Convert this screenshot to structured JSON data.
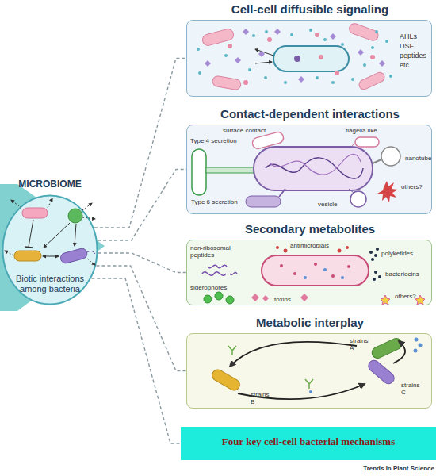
{
  "diagram": {
    "nodes": [
      {
        "text": [
          "MICROBIOME",
          "Biotic interactions among bacteria"
        ]
      },
      {
        "text": [
          "Cell-cell diffusible signaling",
          "AHLs DSF peptides etc"
        ]
      },
      {
        "text": [
          "Contact-dependent interactions",
          "surface contact",
          "flagella like",
          "Type 4 secretion",
          "nanotube",
          "Type 6 secretion",
          "vesicle",
          "others?"
        ]
      },
      {
        "text": [
          "Secondary metabolites",
          "antimicrobials",
          "non-ribosomal peptides",
          "polyketides",
          "bacteriocins",
          "siderophores",
          "toxins",
          "others?"
        ]
      },
      {
        "text": [
          "Metabolic interplay",
          "strains A",
          "strains B",
          "strains C"
        ]
      },
      {
        "text": [
          "Four key cell-cell bacterial mechanisms"
        ]
      }
    ],
    "edges": [
      {
        "from": 0,
        "to": 1,
        "arrow": "none"
      },
      {
        "from": 0,
        "to": 2,
        "arrow": "none"
      },
      {
        "from": 0,
        "to": 3,
        "arrow": "none"
      },
      {
        "from": 0,
        "to": 4,
        "arrow": "none"
      },
      {
        "from": 0,
        "to": 5,
        "arrow": "none"
      }
    ],
    "labels": [
      "Trends In Plant Science"
    ]
  }
}
